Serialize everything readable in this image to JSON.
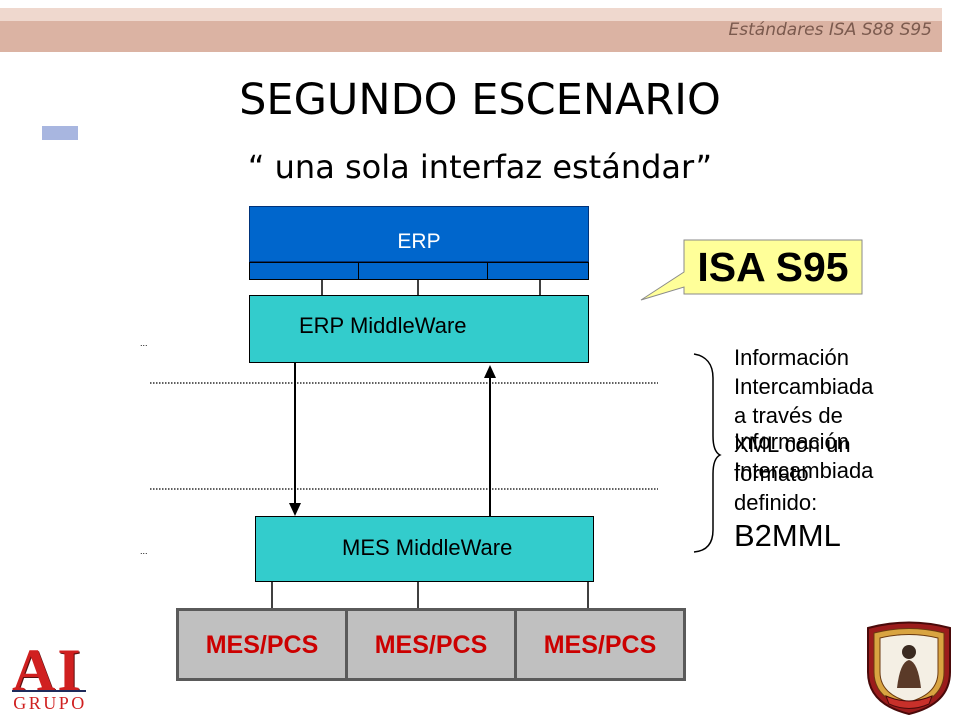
{
  "header": {
    "label": "Estándares ISA S88 S95"
  },
  "slide": {
    "title": "SEGUNDO ESCENARIO",
    "subtitle": "“ una sola interfaz estándar”"
  },
  "diagram": {
    "erp_label": "ERP",
    "erp_middleware_label": "ERP MiddleWare",
    "mes_middleware_label": "MES MiddleWare",
    "mes_pcs": [
      "MES/PCS",
      "MES/PCS",
      "MES/PCS"
    ],
    "ellipsis_upper": "...",
    "ellipsis_lower": "..."
  },
  "callout": {
    "label": "ISA S95"
  },
  "info_text": {
    "lines": [
      "Información",
      "Intercambiada",
      "a través de",
      "XML con un",
      "formato",
      "definido:"
    ],
    "highlight": "B2MML",
    "overlay_lines": [
      "Información",
      "Intercambiada"
    ]
  },
  "logo": {
    "letters": "AI",
    "caption": "GRUPO"
  },
  "icons": {
    "seal": "university-crest-icon"
  },
  "colors": {
    "header_bar": "#dbb3a3",
    "erp_blue": "#0066cc",
    "middleware_cyan": "#33cccc",
    "mes_pcs_gray": "#c0c0c0",
    "mes_pcs_text": "#cc0000",
    "callout_yellow": "#ffff99",
    "accent_square": "#a8b6e0",
    "logo_red": "#d02020"
  }
}
